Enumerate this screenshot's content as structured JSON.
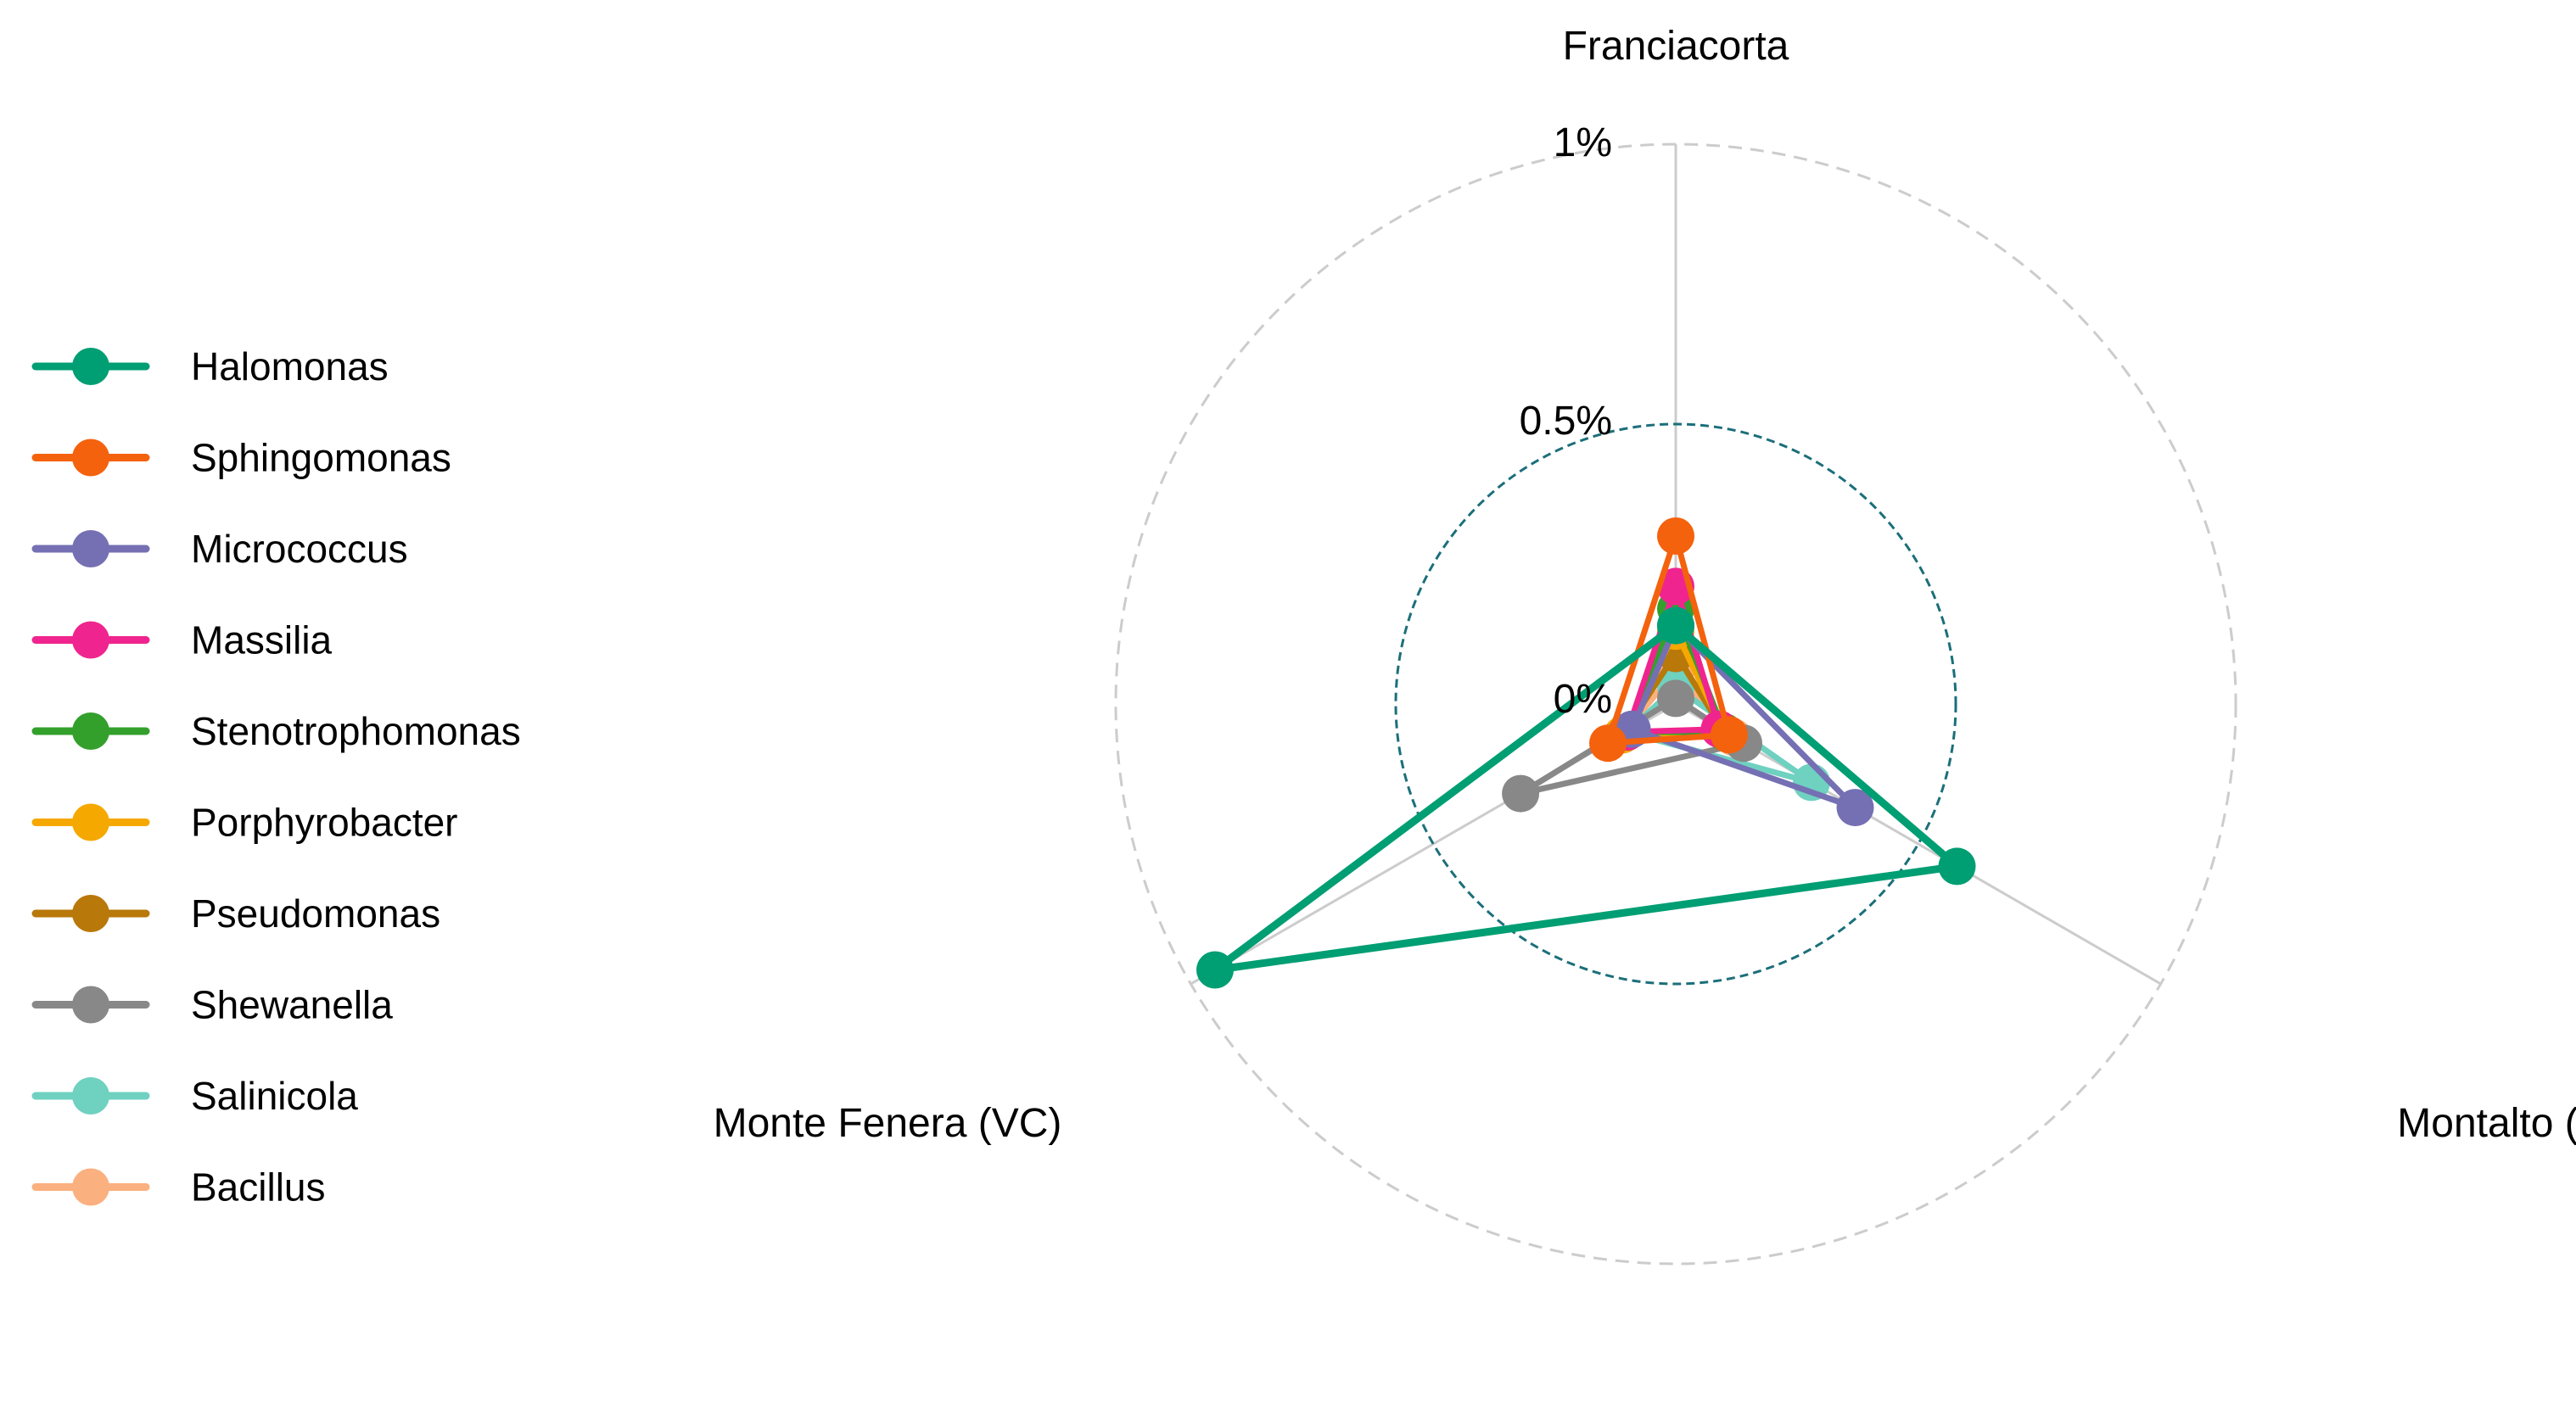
{
  "chart_data": {
    "type": "radar",
    "axes": [
      "Franciacorta",
      "Montalto (PV)",
      "Monte Fenera (VC)"
    ],
    "radial_ticks": [
      "0%",
      "0.5%",
      "1%"
    ],
    "radial_range": [
      0,
      1
    ],
    "grid": {
      "outer_ring_style": "dashed-gray",
      "mid_ring_style": "dashed-teal"
    },
    "legend_position": "left",
    "series": [
      {
        "name": "Halomonas",
        "color": "#009E73",
        "values": [
          0.14,
          0.58,
          0.95
        ]
      },
      {
        "name": "Sphingomonas",
        "color": "#F4620D",
        "values": [
          0.3,
          0.11,
          0.14
        ]
      },
      {
        "name": "Micrococcus",
        "color": "#7570B3",
        "values": [
          0.14,
          0.37,
          0.09
        ]
      },
      {
        "name": "Massilia",
        "color": "#F0248F",
        "values": [
          0.21,
          0.09,
          0.1
        ]
      },
      {
        "name": "Stenotrophomonas",
        "color": "#33A02C",
        "values": [
          0.17,
          0.1,
          0.1
        ]
      },
      {
        "name": "Porphyrobacter",
        "color": "#F5A800",
        "values": [
          0.13,
          0.1,
          0.11
        ]
      },
      {
        "name": "Pseudomonas",
        "color": "#B8780A",
        "values": [
          0.09,
          0.1,
          0.11
        ]
      },
      {
        "name": "Shewanella",
        "color": "#888888",
        "values": [
          0.01,
          0.14,
          0.32
        ]
      },
      {
        "name": "Salinicola",
        "color": "#6FD1C0",
        "values": [
          0.03,
          0.28,
          0.1
        ]
      },
      {
        "name": "Bacillus",
        "color": "#FBB07F",
        "values": [
          0.06,
          0.12,
          0.11
        ]
      }
    ]
  }
}
